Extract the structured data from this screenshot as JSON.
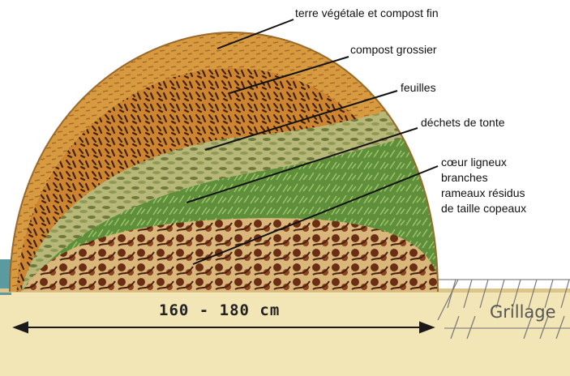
{
  "labels": {
    "top_soil": "terre végétale et compost fin",
    "coarse_compost": "compost grossier",
    "leaves": "feuilles",
    "grass_clippings": "déchets de tonte",
    "woody_core": [
      "cœur ligneux",
      "branches",
      "rameaux résidus",
      "de taille copeaux"
    ]
  },
  "dimension": "160 - 180 cm",
  "fence_label": "Grillage",
  "colors": {
    "topsoil": "#d79a3e",
    "coarse": "#c97a2a",
    "leaves": "#a8b068",
    "grass": "#5f8f3a",
    "wood": "#7a3b1a",
    "ground": "#f3e6b6",
    "ground_edge": "#5a9aa0",
    "leader_line": "#111111"
  }
}
